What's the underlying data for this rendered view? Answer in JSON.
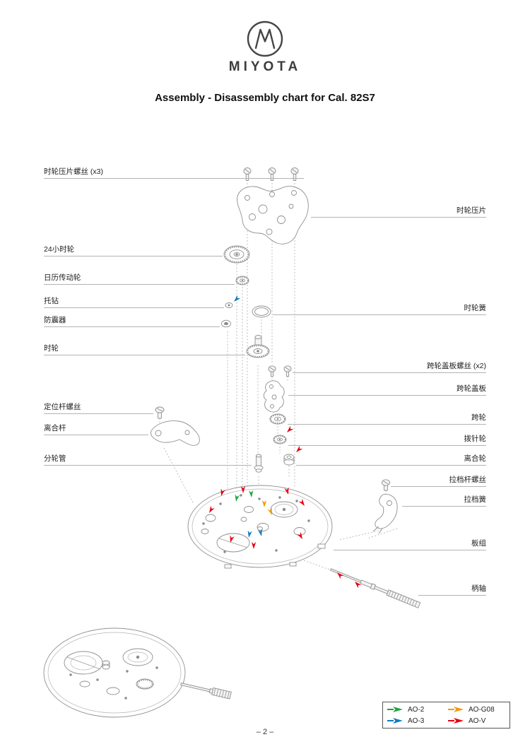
{
  "header": {
    "brand": "MIYOTA",
    "title": "Assembly - Disassembly chart for Cal. 82S7"
  },
  "labels": {
    "left": [
      {
        "text": "时轮压片螺丝 (x3)"
      },
      {
        "text": "24小时轮"
      },
      {
        "text": "日历传动轮"
      },
      {
        "text": "托钻"
      },
      {
        "text": "防震器"
      },
      {
        "text": "时轮"
      },
      {
        "text": "定位杆螺丝"
      },
      {
        "text": "离合杆"
      },
      {
        "text": "分轮管"
      }
    ],
    "right": [
      {
        "text": "时轮压片"
      },
      {
        "text": "时轮簧"
      },
      {
        "text": "跨轮盖板螺丝 (x2)"
      },
      {
        "text": "跨轮盖板"
      },
      {
        "text": "跨轮"
      },
      {
        "text": "拨针轮"
      },
      {
        "text": "离合轮"
      },
      {
        "text": "拉档杆螺丝"
      },
      {
        "text": "拉档簧"
      },
      {
        "text": "板组"
      },
      {
        "text": "柄轴"
      }
    ]
  },
  "legend": {
    "items": [
      {
        "label": "AO-2",
        "color": "#1ea43c"
      },
      {
        "label": "AO-G08",
        "color": "#f39800"
      },
      {
        "label": "AO-3",
        "color": "#0e7bc0"
      },
      {
        "label": "AO-V",
        "color": "#e60012"
      }
    ]
  },
  "colors": {
    "arrow_red": "#e60012",
    "arrow_green": "#1ea43c",
    "arrow_blue": "#0e7bc0",
    "arrow_orange": "#f39800",
    "line": "#8f8f8f"
  },
  "footer": {
    "page": "– 2 –"
  }
}
